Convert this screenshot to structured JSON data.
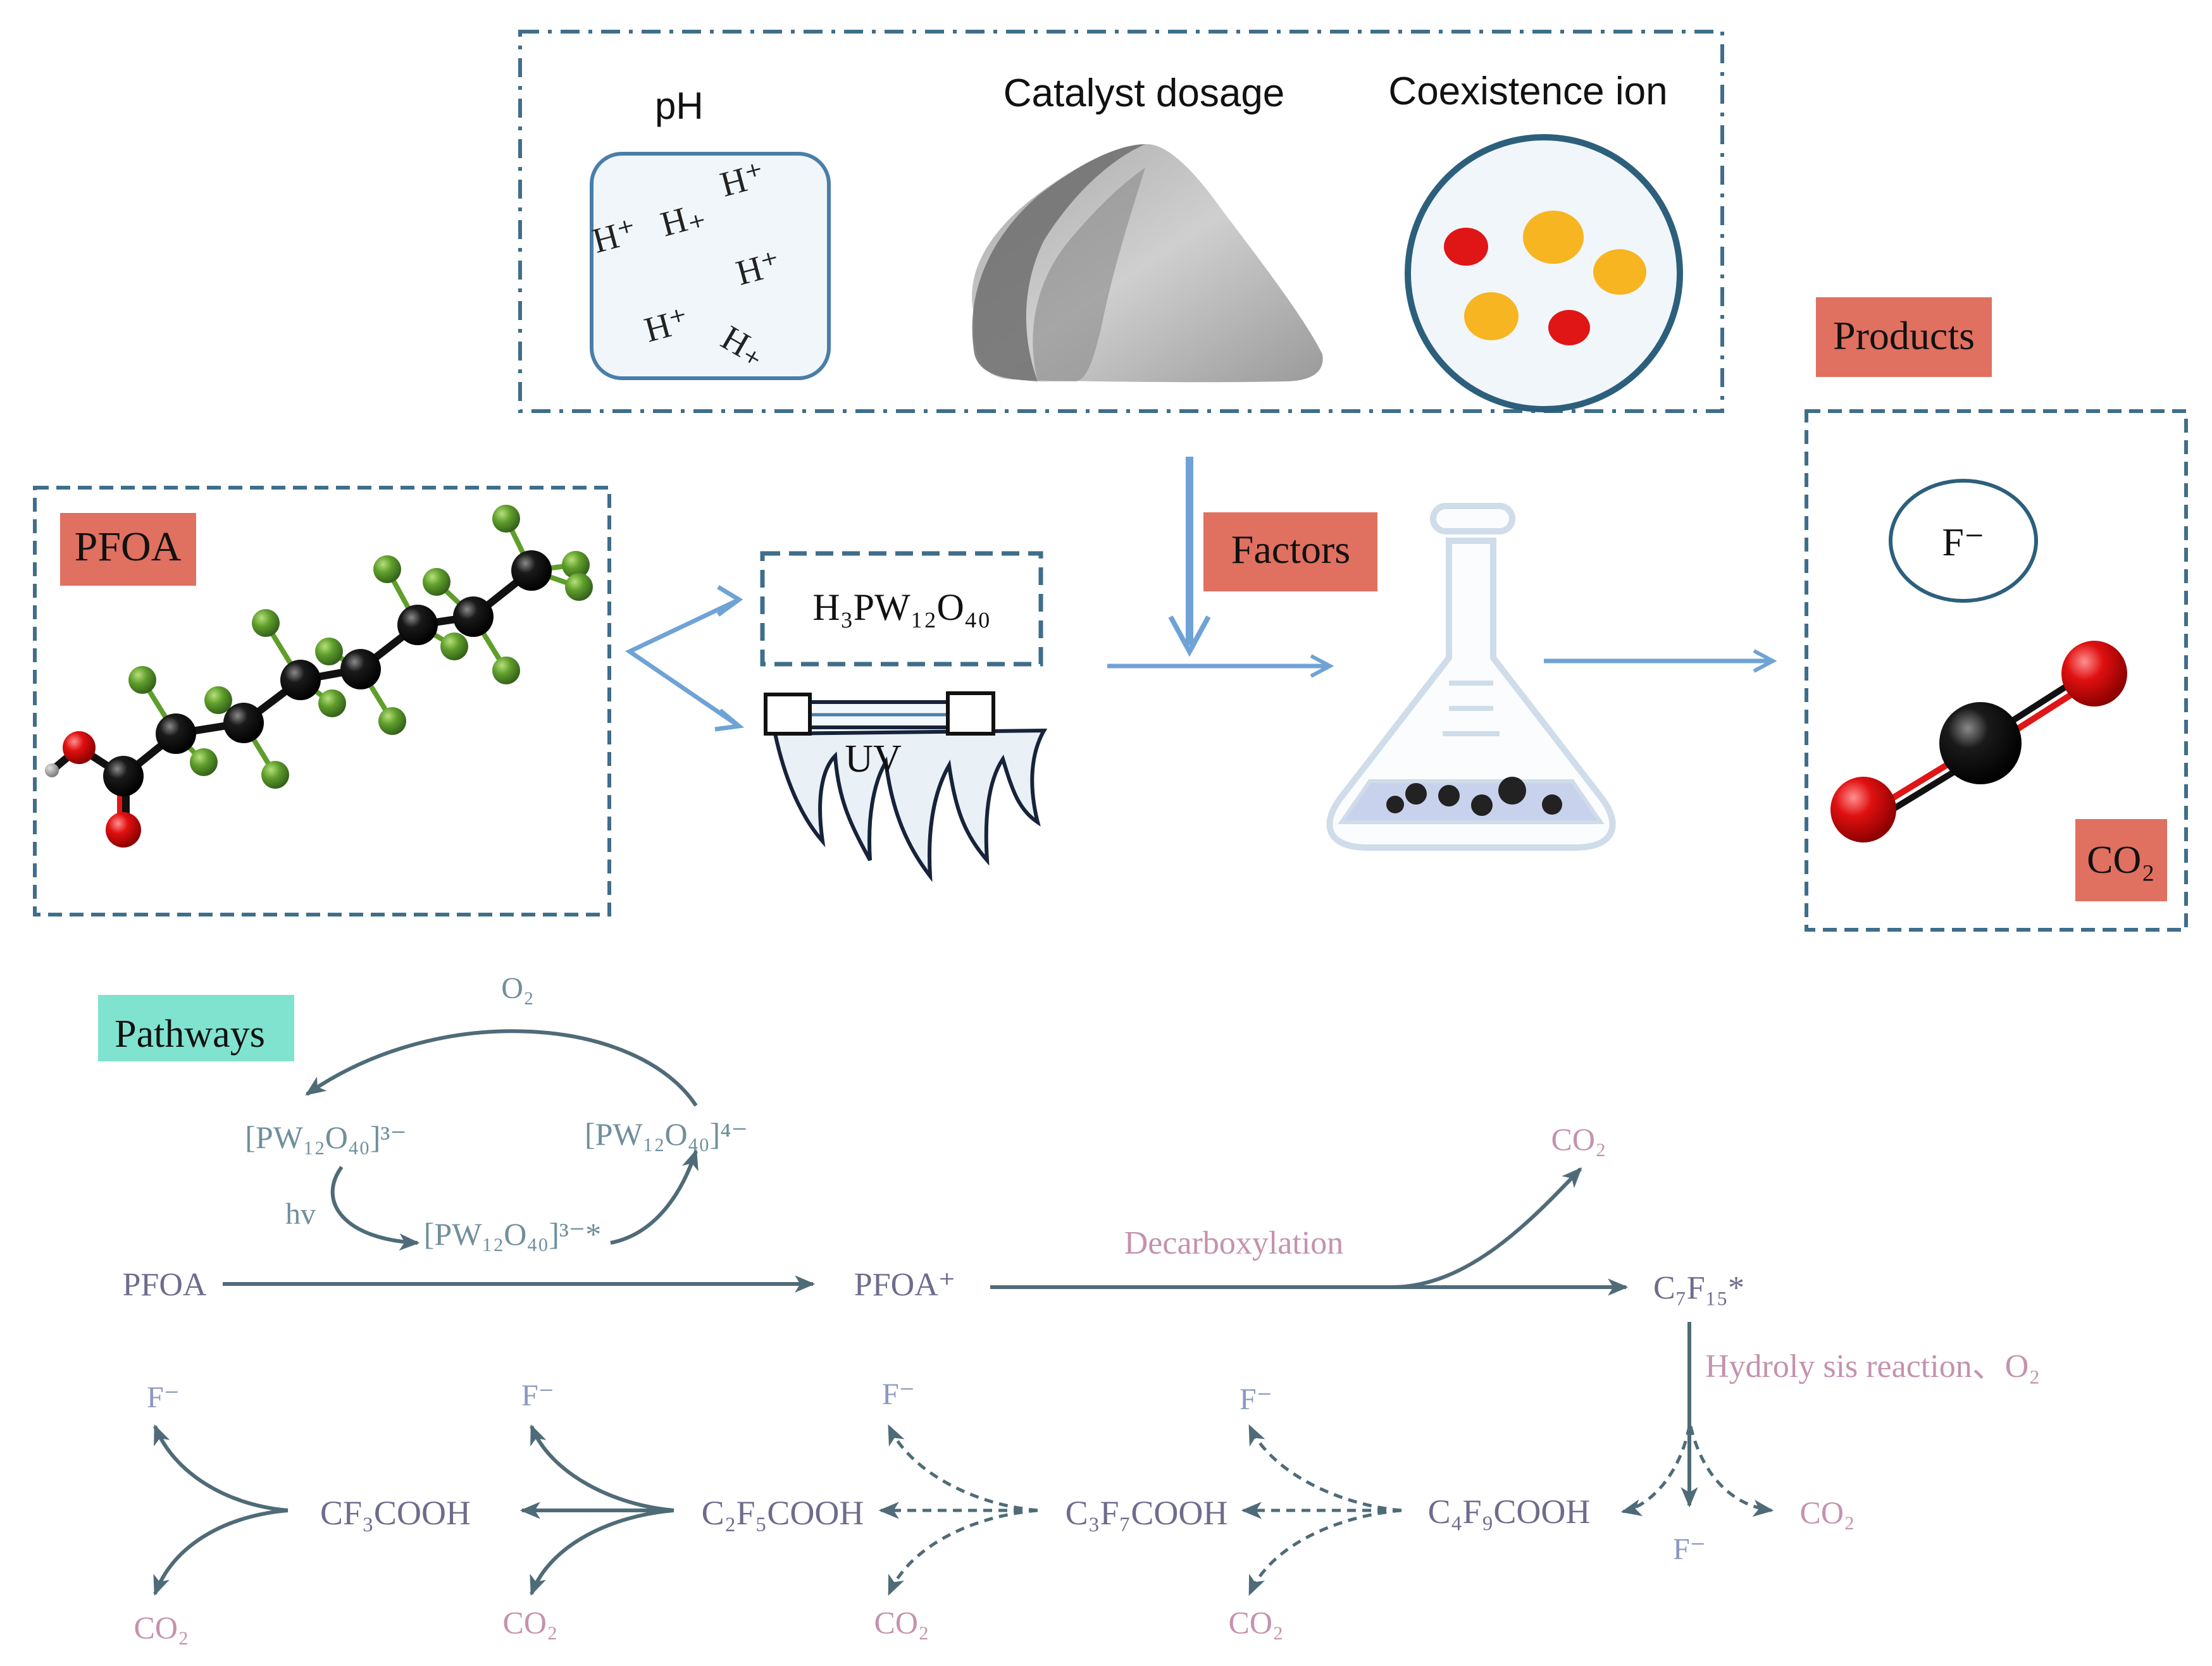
{
  "factors": {
    "ph_label": "pH",
    "catalyst_label": "Catalyst dosage",
    "coexistence_label": "Coexistence ion",
    "protons": [
      "H⁺",
      "H₊",
      "H⁺",
      "H⁺",
      "H⁺",
      "H₊"
    ]
  },
  "tags": {
    "pfoa": "PFOA",
    "factors": "Factors",
    "products": "Products",
    "pathways": "Pathways"
  },
  "reagents": {
    "catalyst": "H₃PW₁₂O₄₀",
    "uv": "UV"
  },
  "products": {
    "fluoride": "F⁻",
    "co2": "CO₂"
  },
  "pathway": {
    "o2_top": "O₂",
    "pw_3minus": "[PW₁₂O₄₀]³⁻",
    "pw_4minus": "[PW₁₂O₄₀]⁴⁻",
    "pw_excited": "[PW₁₂O₄₀]³⁻*",
    "hv": "hv",
    "pfoa": "PFOA",
    "pfoa_plus": "PFOA⁺",
    "decarboxylation": "Decarboxylation",
    "co2_decarb": "CO₂",
    "c7f15": "C₇F₁₅*",
    "hydrolysis": "Hydroly sis reaction、O₂",
    "c4f9cooh": "C₄F₉COOH",
    "c3f7cooh": "C₃F₇COOH",
    "c2f5cooh": "C₂F₅COOH",
    "cf3cooh": "CF₃COOH",
    "f_minus": "F⁻",
    "co2": "CO₂"
  },
  "colors": {
    "dash_border": "#3f6e8a",
    "tag_red": "#e07060",
    "tag_teal": "#7fe3cf",
    "arrow_blue": "#6fa3d6",
    "pathway_slate": "#4f6b78",
    "compound_purple": "#6e6c8c",
    "pink_text": "#c592ad",
    "fluorine_green": "#5f9e2b",
    "oxygen_red": "#e01515"
  }
}
